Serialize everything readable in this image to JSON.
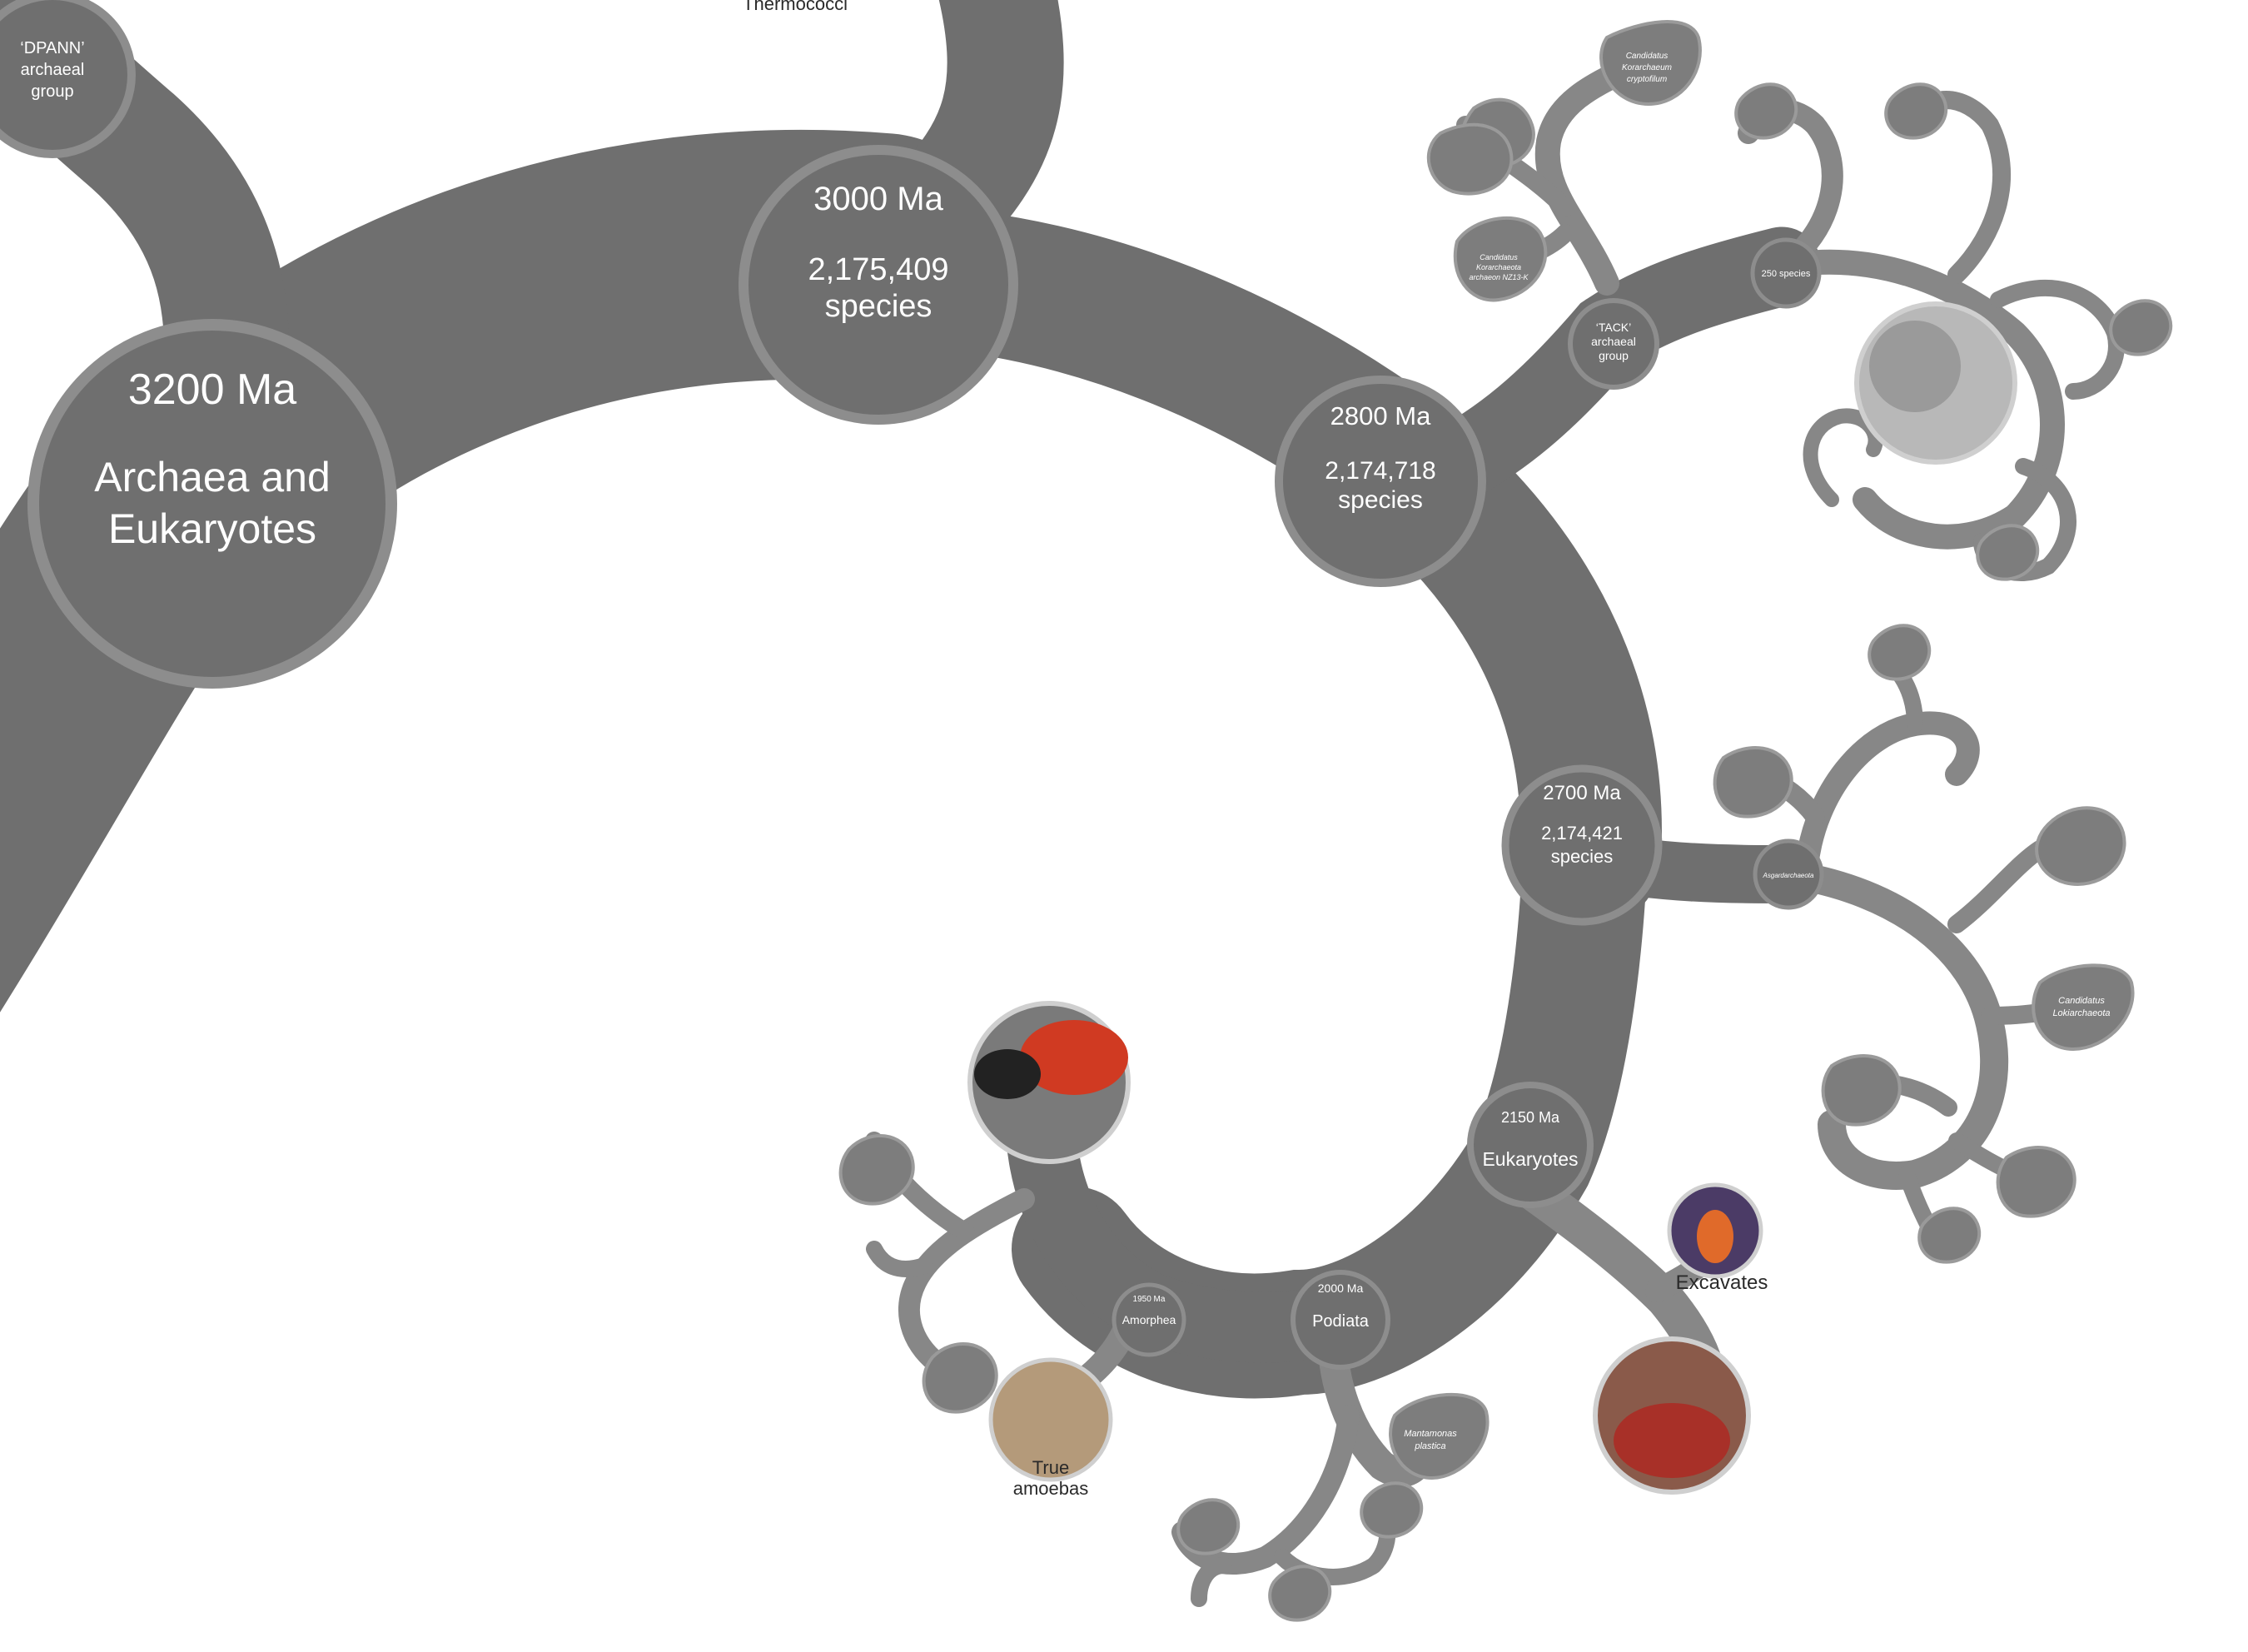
{
  "nodes": {
    "dpann": {
      "label": [
        "‘DPANN’",
        "archaeal",
        "group"
      ]
    },
    "thermococci": {
      "label": "Thermococci"
    },
    "archaea_eukaryotes": {
      "age": "3200 Ma",
      "name": [
        "Archaea and",
        "Eukaryotes"
      ]
    },
    "n3000": {
      "age": "3000 Ma",
      "species": [
        "2,175,409",
        "species"
      ]
    },
    "n2800": {
      "age": "2800 Ma",
      "species": [
        "2,174,718",
        "species"
      ]
    },
    "n2700": {
      "age": "2700 Ma",
      "species": [
        "2,174,421",
        "species"
      ]
    },
    "tack": {
      "label": [
        "‘TACK’",
        "archaeal",
        "group"
      ]
    },
    "s250": {
      "label": "250 species"
    },
    "korarchaeum": {
      "label": [
        "Candidatus",
        "Korarchaeum",
        "cryptofilum"
      ]
    },
    "korarchaeota": {
      "label": [
        "Candidatus",
        "Korarchaeota",
        "archaeon NZ13-K"
      ]
    },
    "asgard": {
      "label": "Asgardarchaeota"
    },
    "lokiarchaeota": {
      "label": [
        "Candidatus",
        "Lokiarchaeota"
      ]
    },
    "eukaryotes": {
      "age": "2150 Ma",
      "name": "Eukaryotes"
    },
    "podiata": {
      "age": "2000 Ma",
      "name": "Podiata"
    },
    "amorphea": {
      "age": "1950 Ma",
      "name": "Amorphea"
    },
    "excavates": {
      "label": "Excavates"
    },
    "true_amoebas": {
      "label": [
        "True",
        "amoebas"
      ]
    },
    "mantamonas": {
      "label": [
        "Mantamonas",
        "plastica"
      ]
    }
  },
  "colors": {
    "trunk": "#6f6f6f",
    "branch": "#878787",
    "ring": "#8d8d8d",
    "background": "#ffffff"
  }
}
